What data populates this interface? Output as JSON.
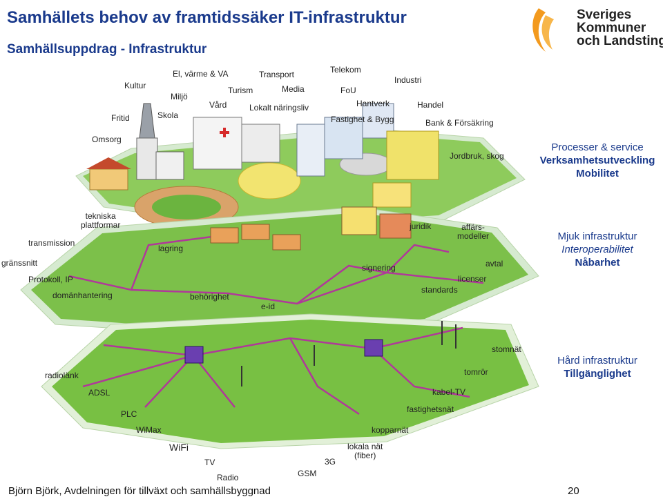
{
  "title": "Samhällets behov av framtidssäker IT-infrastruktur",
  "subtitle": "Samhällsuppdrag - Infrastruktur",
  "logo": {
    "text_line1": "Sveriges",
    "text_line2": "Kommuner",
    "text_line3": "och Landsting"
  },
  "top_layer_labels": {
    "kultur": "Kultur",
    "el_varme_va": "El, värme & VA",
    "transport": "Transport",
    "telekom": "Telekom",
    "industri": "Industri",
    "miljo": "Miljö",
    "turism": "Turism",
    "media": "Media",
    "fou": "FoU",
    "vard": "Vård",
    "lokalt_naringsliv": "Lokalt näringsliv",
    "hantverk": "Hantverk",
    "handel": "Handel",
    "fritid": "Fritid",
    "skola": "Skola",
    "fastighet_bygg": "Fastighet & Bygg",
    "bank_forsakring": "Bank & Försäkring",
    "omsorg": "Omsorg",
    "jordbruk_skog": "Jordbruk, skog"
  },
  "middle_layer_labels": {
    "tekniska_plattformar": "tekniska\nplattformar",
    "transmission": "transmission",
    "lagring": "lagring",
    "gransnitt": "gränssnitt",
    "protokoll_ip": "Protokoll, IP",
    "domanhantering": "domänhantering",
    "behorighet": "behörighet",
    "e_id": "e-id",
    "signering": "signering",
    "juridik": "juridik",
    "affarsmodeller": "affärs-\nmodeller",
    "avtal": "avtal",
    "licenser": "licenser",
    "standards": "standards"
  },
  "bottom_layer_labels": {
    "radiolank": "radiolänk",
    "adsl": "ADSL",
    "plc": "PLC",
    "wimax": "WiMax",
    "wifi": "WiFi",
    "tv": "TV",
    "radio": "Radio",
    "gsm": "GSM",
    "g3": "3G",
    "lokala_nat": "lokala nät\n(fiber)",
    "kopparnat": "kopparnät",
    "fastighetsnat": "fastighetsnät",
    "kabel_tv": "kabel-TV",
    "tomror": "tomrör",
    "stomnat": "stomnät"
  },
  "side_panels": {
    "top": {
      "line1": "Processer & service",
      "line2": "Verksamhetsutveckling",
      "line3": "Mobilitet"
    },
    "middle": {
      "line1": "Mjuk infrastruktur",
      "line2": "Interoperabilitet",
      "line3": "Nåbarhet"
    },
    "bottom": {
      "line1": "Hård infrastruktur",
      "line2": "Tillgänglighet"
    }
  },
  "footer": "Björn Björk, Avdelningen för tillväxt och samhällsbyggnad",
  "page_number": "20",
  "colors": {
    "title": "#1a3a8c",
    "grass": "#7cc04a",
    "grass_dark": "#4f9a2a",
    "layer_edge": "#c9e6b0",
    "network_line": "#b0389a",
    "node": "#6a3fb0",
    "logo_orange": "#f39a1e"
  }
}
